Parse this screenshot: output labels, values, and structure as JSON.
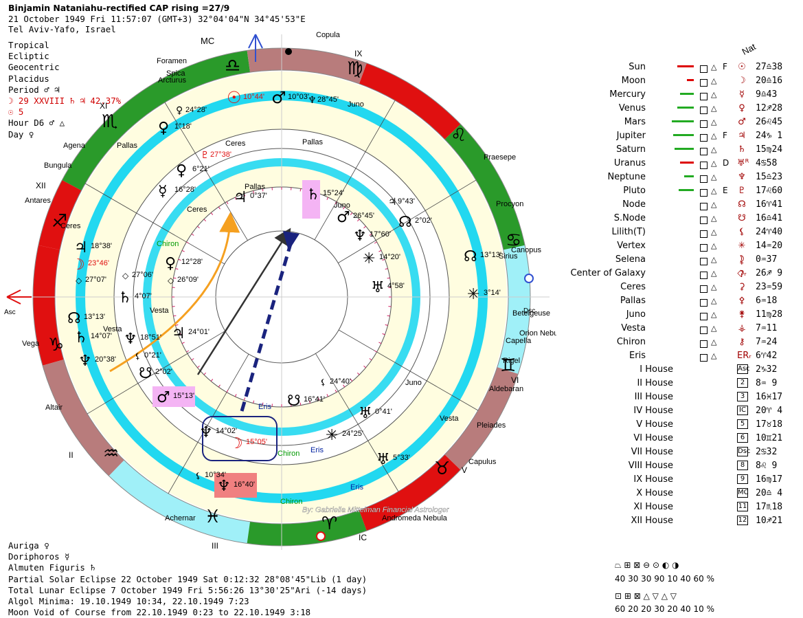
{
  "header": {
    "title": "Binjamin Nataniahu-rectified CAP rising =27/9",
    "line2": "21 October 1949  Fri  11:57:07 (GMT+3) 32°04'04\"N  34°45'53\"E",
    "line3": "Tel Aviv-Yafo, Israel"
  },
  "meta": {
    "l1": "Tropical",
    "l2": "Ecliptic",
    "l3": "Geocentric",
    "l4": "Placidus",
    "l5": "Period ♂ ♃",
    "l6": "☽ 29 XXVIII ♄ ♃ 42.37%",
    "l7": "☉ 5",
    "l8": "Hour D6 ♂ △",
    "l9": "Day ♀"
  },
  "footer": {
    "l1": "Auriga ♀",
    "l2": "Doriphoros ☿",
    "l3": "Almuten Figuris ♄",
    "l4": "Partial Solar Eclipse 22 October 1949 Sat  0:12:32 28°08'45\"Lib (1 day)",
    "l5": "Total Lunar Eclipse 7 October 1949 Fri  5:56:26 13°30'25\"Ari (-14 days)",
    "l6": "Algol Minima: 19.10.1949 10:34,  22.10.1949  7:23",
    "l7": "Moon Void of Course from 22.10.1949  0:23 to 22.10.1949  3:18"
  },
  "table": {
    "nat_label": "Nat",
    "rows": [
      {
        "name": "Sun",
        "glyph": "☉",
        "pos": "27♎38",
        "el": "F",
        "bar": "#d00",
        "bw": 24
      },
      {
        "name": "Moon",
        "glyph": "☽",
        "pos": "20♎16",
        "el": "",
        "bar": "#d00",
        "bw": 10
      },
      {
        "name": "Mercury",
        "glyph": "☿",
        "pos": " 9♎43",
        "el": "",
        "bar": "#2a2",
        "bw": 20
      },
      {
        "name": "Venus",
        "glyph": "♀",
        "pos": "12♐28",
        "el": "",
        "bar": "#2a2",
        "bw": 24
      },
      {
        "name": "Mars",
        "glyph": "♂",
        "pos": "26♌45",
        "el": "",
        "bar": "#2a2",
        "bw": 32
      },
      {
        "name": "Jupiter",
        "glyph": "♃",
        "pos": "24♑ 1",
        "el": "F",
        "bar": "#2a2",
        "bw": 30
      },
      {
        "name": "Saturn",
        "glyph": "♄",
        "pos": "15♍24",
        "el": "",
        "bar": "#2a2",
        "bw": 28
      },
      {
        "name": "Uranus",
        "glyph": "♅ᴿ",
        "pos": " 4♋58",
        "el": "D",
        "bar": "#d00",
        "bw": 20
      },
      {
        "name": "Neptune",
        "glyph": "♆",
        "pos": "15♎23",
        "el": "",
        "bar": "#2a2",
        "bw": 14
      },
      {
        "name": "Pluto",
        "glyph": "♇",
        "pos": "17♌60",
        "el": "E",
        "bar": "#2a2",
        "bw": 22
      },
      {
        "name": "Node",
        "glyph": "☊",
        "pos": "16♈41",
        "el": "",
        "bar": "",
        "bw": 0
      },
      {
        "name": "S.Node",
        "glyph": "☋",
        "pos": "16♎41",
        "el": "",
        "bar": "",
        "bw": 0
      },
      {
        "name": "Lilith(T)",
        "glyph": "⚸",
        "pos": "24♈40",
        "el": "",
        "bar": "",
        "bw": 0
      },
      {
        "name": "Vertex",
        "glyph": "✳",
        "pos": "14♒20",
        "el": "",
        "bar": "",
        "bw": 0
      },
      {
        "name": "Selena",
        "glyph": "⯝ ?",
        "pos": " 0♒37",
        "el": "",
        "bar": "",
        "bw": 0
      },
      {
        "name": "Center of Galaxy",
        "glyph": "◇ᵣ",
        "pos": "26♐ 9",
        "el": "",
        "bar": "",
        "bw": 0
      },
      {
        "name": "Ceres",
        "glyph": "⚳",
        "pos": "23♒59",
        "el": "",
        "bar": "",
        "bw": 0
      },
      {
        "name": "Pallas",
        "glyph": "⚴",
        "pos": " 6♒18",
        "el": "",
        "bar": "",
        "bw": 0
      },
      {
        "name": "Juno",
        "glyph": "⚵",
        "pos": "11♍28",
        "el": "",
        "bar": "",
        "bw": 0
      },
      {
        "name": "Vesta",
        "glyph": "⚶",
        "pos": " 7♒11",
        "el": "",
        "bar": "",
        "bw": 0
      },
      {
        "name": "Chiron",
        "glyph": "⚷",
        "pos": " 7♒24",
        "el": "",
        "bar": "",
        "bw": 0
      },
      {
        "name": "Eris",
        "glyph": "ERᵣ",
        "pos": " 6♈42",
        "el": "",
        "bar": "",
        "bw": 0
      }
    ],
    "houses": [
      {
        "name": "I House",
        "glyph": "Asc",
        "pos": " 2♑32"
      },
      {
        "name": "II House",
        "glyph": "2",
        "pos": " 8♒ 9"
      },
      {
        "name": "III House",
        "glyph": "3",
        "pos": "16♓17"
      },
      {
        "name": "IV House",
        "glyph": "IC",
        "pos": "20♈ 4"
      },
      {
        "name": "V House",
        "glyph": "5",
        "pos": "17♉18"
      },
      {
        "name": "VI House",
        "glyph": "6",
        "pos": "10♊21"
      },
      {
        "name": "VII House",
        "glyph": "Dsc",
        "pos": " 2♋32"
      },
      {
        "name": "VIII House",
        "glyph": "8",
        "pos": " 8♌ 9"
      },
      {
        "name": "IX House",
        "glyph": "9",
        "pos": "16♍17"
      },
      {
        "name": "X House",
        "glyph": "MC",
        "pos": "20♎ 4"
      },
      {
        "name": "XI House",
        "glyph": "11",
        "pos": "17♏18"
      },
      {
        "name": "XII House",
        "glyph": "12",
        "pos": "10♐21"
      }
    ]
  },
  "stats": {
    "row1_glyphs": "⏢  ⊞  ⊠     ⊖  ⊙  ◐  ◑",
    "row1_vals": "40  30  30     90  10  40  60 %",
    "row2_glyphs": "⊡  ⊞  ⊠     △  ▽  △  ▽",
    "row2_vals": "60  20  20     30  20  40  10 %"
  },
  "chart": {
    "angles": {
      "mc": "MC",
      "ic": "IC",
      "asc": "Asc",
      "dsc": "Dsc"
    },
    "house_numerals": [
      "IX",
      "XI",
      "XII",
      "II",
      "III",
      "V",
      "VI"
    ],
    "outer_stars": [
      "Copula",
      "Foramen",
      "Spica",
      "Arcturus",
      "Agena",
      "Bungula",
      "Antares",
      "Vega",
      "Altair",
      "Achernar",
      "Andromeda Nebula",
      "Capulus",
      "Pleiades",
      "Aldebaran",
      "Rigel",
      "Capella",
      "Orion Nebula",
      "Betelgeuse",
      "Canopus",
      "Sirius",
      "Procyon",
      "Praesepe"
    ],
    "planets": [
      {
        "g": "☉",
        "deg": "10°44'"
      },
      {
        "g": "♂",
        "deg": "10°03'"
      },
      {
        "g": "♆",
        "deg": "28°45'"
      },
      {
        "g": "♀",
        "deg": "24°28'"
      },
      {
        "g": "♀",
        "deg": "1°18'"
      },
      {
        "g": "♀",
        "deg": "6°21'"
      },
      {
        "g": "☿",
        "deg": "16°28'"
      },
      {
        "g": "♄",
        "deg": "15°24'"
      },
      {
        "g": "♂",
        "deg": "26°45'"
      },
      {
        "g": "♃",
        "deg": "9°43'"
      },
      {
        "g": "☊",
        "deg": "2°02'"
      },
      {
        "g": "♆",
        "deg": "17°60'"
      },
      {
        "g": "✳",
        "deg": "14°20'"
      },
      {
        "g": "♅",
        "deg": "4°58'"
      },
      {
        "g": "☊",
        "deg": "13°13'"
      },
      {
        "g": "✳",
        "deg": "3°14'"
      },
      {
        "g": "♃",
        "deg": "18°38'"
      },
      {
        "g": "☽",
        "deg": "23°46'"
      },
      {
        "g": "◇",
        "deg": "27°07'"
      },
      {
        "g": "◇",
        "deg": "27°06'"
      },
      {
        "g": "◇",
        "deg": "26°09'"
      },
      {
        "g": "♀",
        "deg": "12°28'"
      },
      {
        "g": "♄",
        "deg": "4°07'"
      },
      {
        "g": "♃",
        "deg": "24°01'"
      },
      {
        "g": "♆",
        "deg": "18°51'"
      },
      {
        "g": "♄",
        "deg": "14°07'"
      },
      {
        "g": "☊",
        "deg": "13°13'"
      },
      {
        "g": "♆",
        "deg": "20°38'"
      },
      {
        "g": "⚸",
        "deg": "0°21'"
      },
      {
        "g": "☋",
        "deg": "2°02'"
      },
      {
        "g": "♂",
        "deg": "15°13'"
      },
      {
        "g": "☋",
        "deg": "16°41'"
      },
      {
        "g": "⚸",
        "deg": "24°40'"
      },
      {
        "g": "♅",
        "deg": "0°41'"
      },
      {
        "g": "✳",
        "deg": "24°25'"
      },
      {
        "g": "♆",
        "deg": "14°02'"
      },
      {
        "g": "☽",
        "deg": "15°05'"
      },
      {
        "g": "♅",
        "deg": "5°33'"
      },
      {
        "g": "⚸",
        "deg": "10°34'"
      },
      {
        "g": "♆",
        "deg": "16°40'"
      },
      {
        "g": "♃",
        "deg": "0°37'"
      },
      {
        "g": "♇",
        "deg": "27°38'"
      }
    ],
    "labels_inner": [
      "Ceres",
      "Pallas",
      "Juno",
      "Ceres",
      "Pallas",
      "Chiron",
      "Vesta",
      "Vesta",
      "Eris",
      "Juno",
      "Chiron",
      "Eris",
      "Eris",
      "Chiron",
      "Vesta",
      "Juno",
      "Pallas",
      "Ceres"
    ],
    "watermark": "By: Gabriella Mittelman Financial Astrologer"
  }
}
